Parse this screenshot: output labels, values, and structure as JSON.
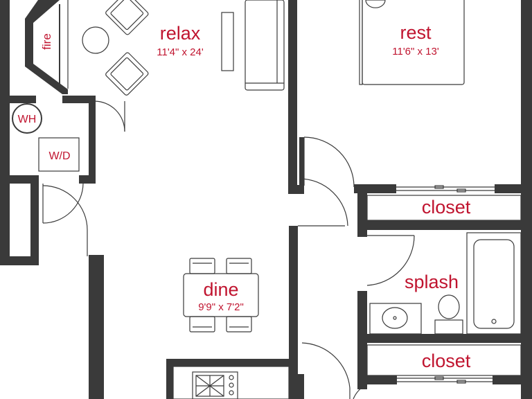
{
  "label_color": "#c0142f",
  "wall_color": "#3a3a3a",
  "rooms": {
    "relax": {
      "name": "relax",
      "dims": "11'4\" x 24'"
    },
    "rest": {
      "name": "rest",
      "dims": "11'6\" x 13'"
    },
    "dine": {
      "name": "dine",
      "dims": "9'9\" x 7'2\""
    },
    "splash": {
      "name": "splash"
    },
    "closet_upper": {
      "name": "closet"
    },
    "closet_lower": {
      "name": "closet"
    }
  },
  "fixtures": {
    "fireplace": "fire",
    "water_heater": "WH",
    "washer_dryer": "W/D"
  }
}
